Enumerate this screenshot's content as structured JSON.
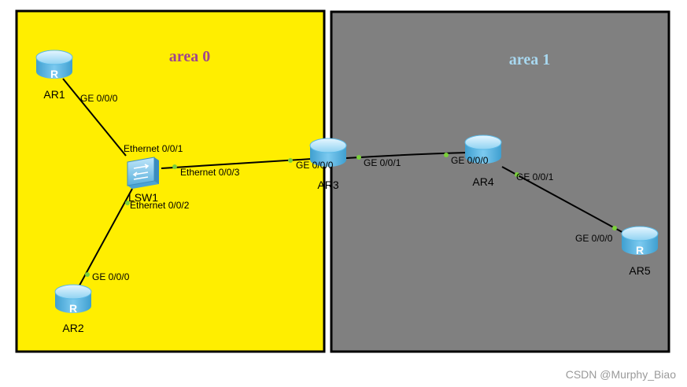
{
  "colors": {
    "area0_fill": "#ffee00",
    "area1_fill": "#808080",
    "area0_label": "#a0468c",
    "area1_label": "#a8d8f0",
    "router": "#5ab9e6",
    "port_dot": "#7ad03a",
    "link": "#000000"
  },
  "areas": [
    {
      "id": "area0",
      "label": "area 0"
    },
    {
      "id": "area1",
      "label": "area 1"
    }
  ],
  "devices": [
    {
      "id": "AR1",
      "label": "AR1",
      "type": "router",
      "icon": "router-icon"
    },
    {
      "id": "AR2",
      "label": "AR2",
      "type": "router",
      "icon": "router-icon"
    },
    {
      "id": "LSW1",
      "label": "LSW1",
      "type": "switch",
      "icon": "switch-icon"
    },
    {
      "id": "AR3",
      "label": "AR3",
      "type": "router",
      "icon": "router-icon"
    },
    {
      "id": "AR4",
      "label": "AR4",
      "type": "router",
      "icon": "router-icon"
    },
    {
      "id": "AR5",
      "label": "AR5",
      "type": "router",
      "icon": "router-icon"
    }
  ],
  "links": [
    {
      "from": "AR1",
      "to": "LSW1",
      "from_port": "GE 0/0/0",
      "to_port": "Ethernet 0/0/1"
    },
    {
      "from": "AR2",
      "to": "LSW1",
      "from_port": "GE 0/0/0",
      "to_port": "Ethernet 0/0/2"
    },
    {
      "from": "LSW1",
      "to": "AR3",
      "from_port": "Ethernet 0/0/3",
      "to_port": "GE 0/0/0"
    },
    {
      "from": "AR3",
      "to": "AR4",
      "from_port": "GE 0/0/1",
      "to_port": "GE 0/0/0"
    },
    {
      "from": "AR4",
      "to": "AR5",
      "from_port": "GE 0/0/1",
      "to_port": "GE 0/0/0"
    }
  ],
  "watermark": "CSDN @Murphy_Biao"
}
